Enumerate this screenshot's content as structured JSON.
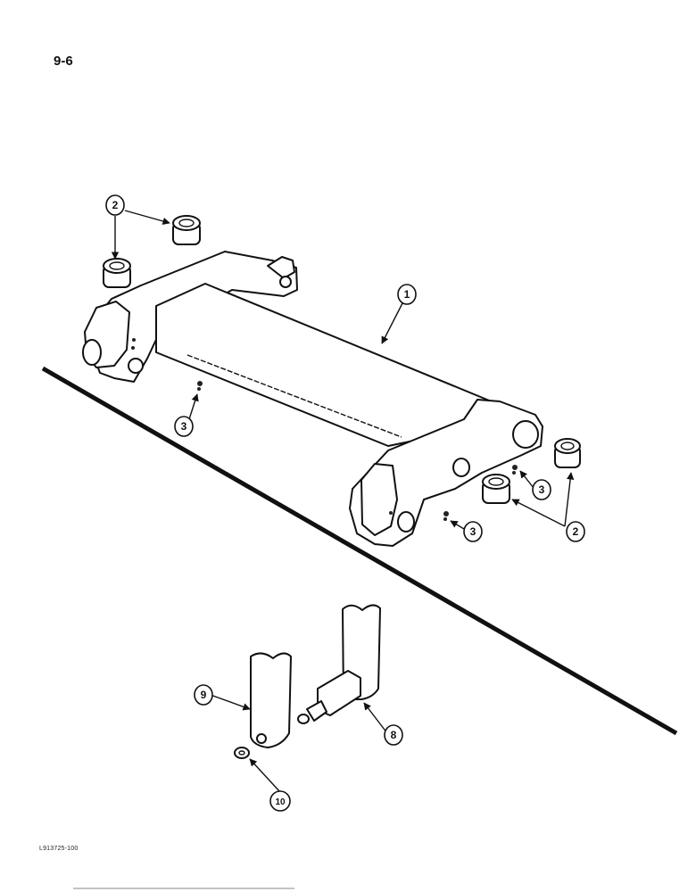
{
  "page_number": "9-6",
  "figure_code": "L913725-100",
  "callouts": {
    "c1": "1",
    "c2a": "2",
    "c2b": "2",
    "c3a": "3",
    "c3b": "3",
    "c3c": "3",
    "c8": "8",
    "c9": "9",
    "c10": "10"
  }
}
